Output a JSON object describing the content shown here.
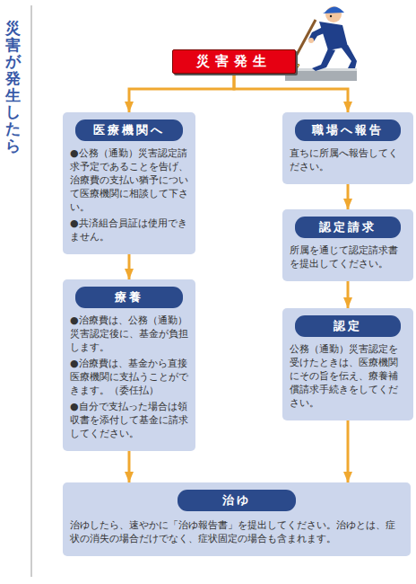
{
  "diagram": {
    "title": "災害が発生したら",
    "nodes": [
      {
        "text": [
          "災害発生"
        ]
      },
      {
        "text": [
          "医療機関へ",
          "●公務（通勤）災害認定請求予定であることを告げ、治療費の支払い猶予について医療機関に相談して下さい。",
          "●共済組合員証は使用できません。"
        ]
      },
      {
        "text": [
          "療養",
          "●治療費は、公務（通勤）災害認定後に、基金が負担します。",
          "●治療費は、基金から直接医療機関に支払うことができます。（委任払）",
          "●自分で支払った場合は領収書を添付して基金に請求してください。"
        ]
      },
      {
        "text": [
          "職場へ報告",
          "直ちに所属へ報告してください。"
        ]
      },
      {
        "text": [
          "認定請求",
          "所属を通じて認定請求書を提出してください。"
        ]
      },
      {
        "text": [
          "認定",
          "公務（通勤）災害認定を受けたときは、医療機関にその旨を伝え、療養補償請求手続きをしてください。"
        ]
      },
      {
        "text": [
          "治ゆ",
          "治ゆしたら、速やかに「治ゆ報告書」を提出してください。治ゆとは、症状の消失の場合だけでなく、症状固定の場合も含まれます。"
        ]
      }
    ],
    "edges": [
      {
        "from": 0,
        "to": 1,
        "arrow": "to"
      },
      {
        "from": 0,
        "to": 3,
        "arrow": "to"
      },
      {
        "from": 1,
        "to": 2,
        "arrow": "to"
      },
      {
        "from": 3,
        "to": 4,
        "arrow": "to"
      },
      {
        "from": 4,
        "to": 5,
        "arrow": "to"
      },
      {
        "from": 2,
        "to": 6,
        "arrow": "to"
      },
      {
        "from": 5,
        "to": 6,
        "arrow": "to"
      }
    ]
  }
}
